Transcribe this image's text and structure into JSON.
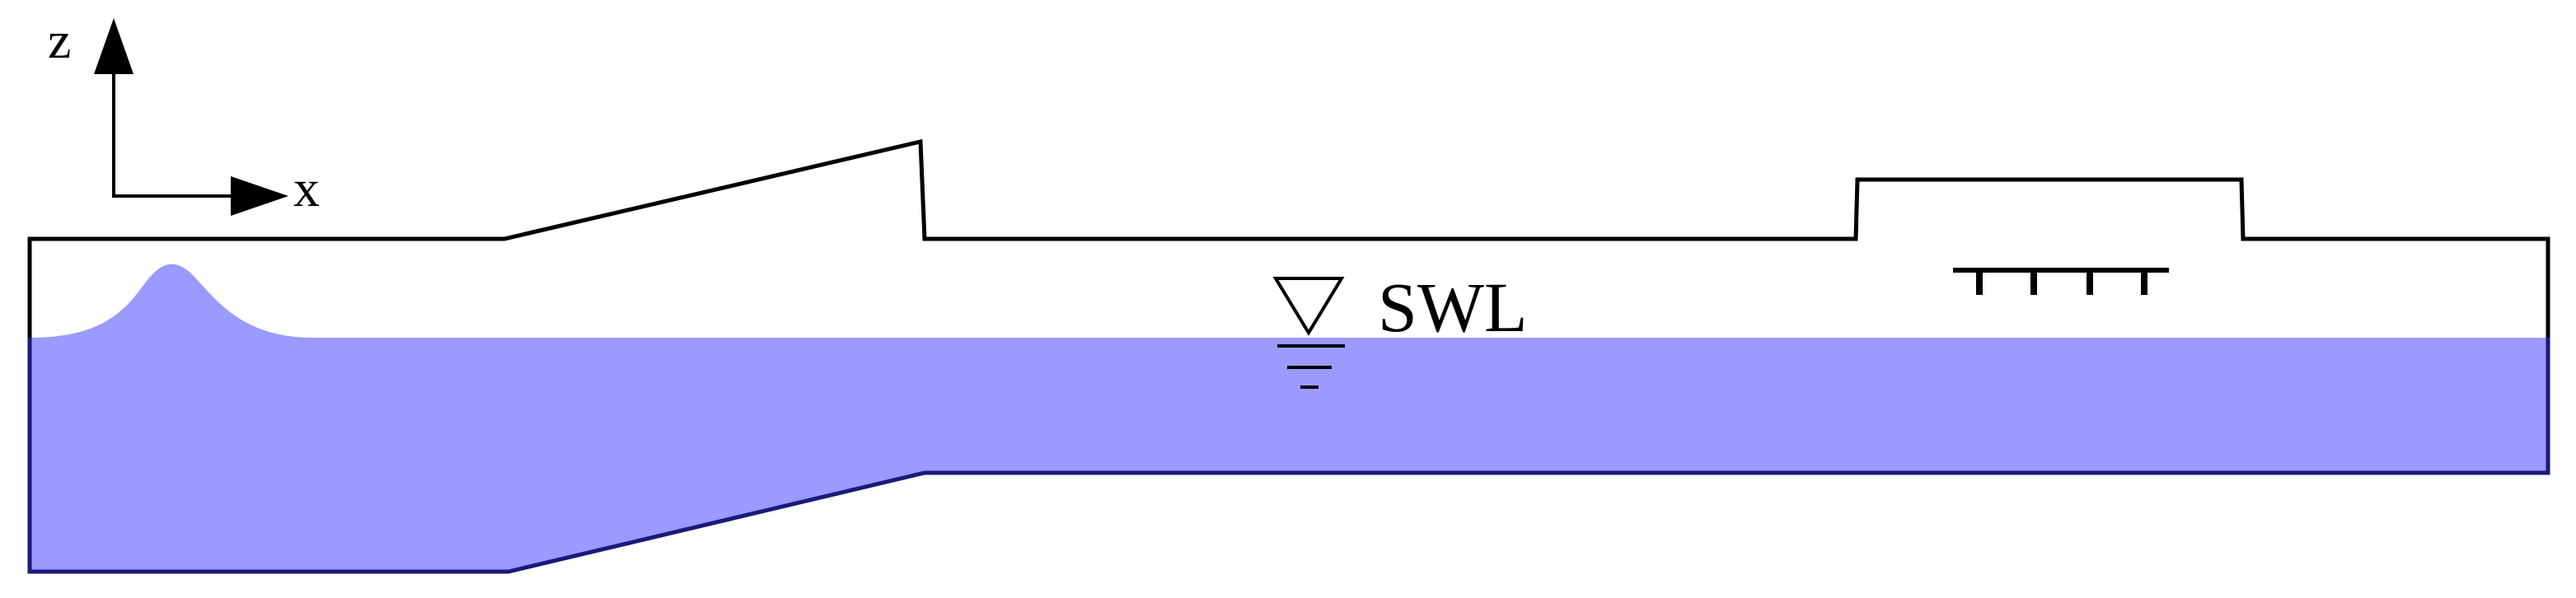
{
  "axes": {
    "z_label": "z",
    "x_label": "x"
  },
  "water_level": {
    "label": "SWL"
  },
  "colors": {
    "water": "#9a9aff",
    "bottom_outline": "#1a1a7a",
    "outline": "#000000",
    "background": "#ffffff"
  }
}
